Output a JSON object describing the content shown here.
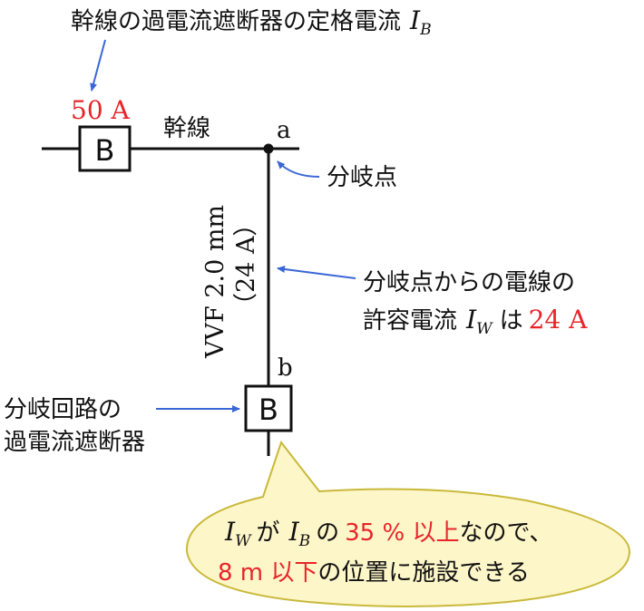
{
  "colors": {
    "line": "#111111",
    "arrow": "#3a66d6",
    "accent": "#e8252b",
    "bubble_fill": "#fdf6c9",
    "bubble_stroke": "#c9b93a"
  },
  "labels": {
    "trunk_breaker_title": "幹線の過電流遮断器の定格電流",
    "trunk_breaker_symbol": "I",
    "trunk_breaker_sub": "B",
    "trunk_rating": "50 A",
    "trunk_line": "幹線",
    "point_a": "a",
    "point_b": "b",
    "branch_point": "分岐点",
    "wire_spec": "VVF 2.0 mm",
    "wire_ampacity": "（24 A）",
    "allowable_line1": "分岐点からの電線の",
    "allowable_line2_pre": "許容電流",
    "allowable_symbol": "I",
    "allowable_sub": "W",
    "allowable_mid": "は",
    "allowable_value": "24 A",
    "branch_breaker_line1": "分岐回路の",
    "branch_breaker_line2": "過電流遮断器",
    "breaker_glyph": "B"
  },
  "callout": {
    "line1": {
      "iw_symbol": "I",
      "iw_sub": "W",
      "ga": "が",
      "ib_symbol": "I",
      "ib_sub": "B",
      "no": "の",
      "percent": "35 % 以上",
      "tail": "なので、"
    },
    "line2": {
      "distance": "8 m 以下",
      "tail": "の位置に施設できる"
    }
  }
}
